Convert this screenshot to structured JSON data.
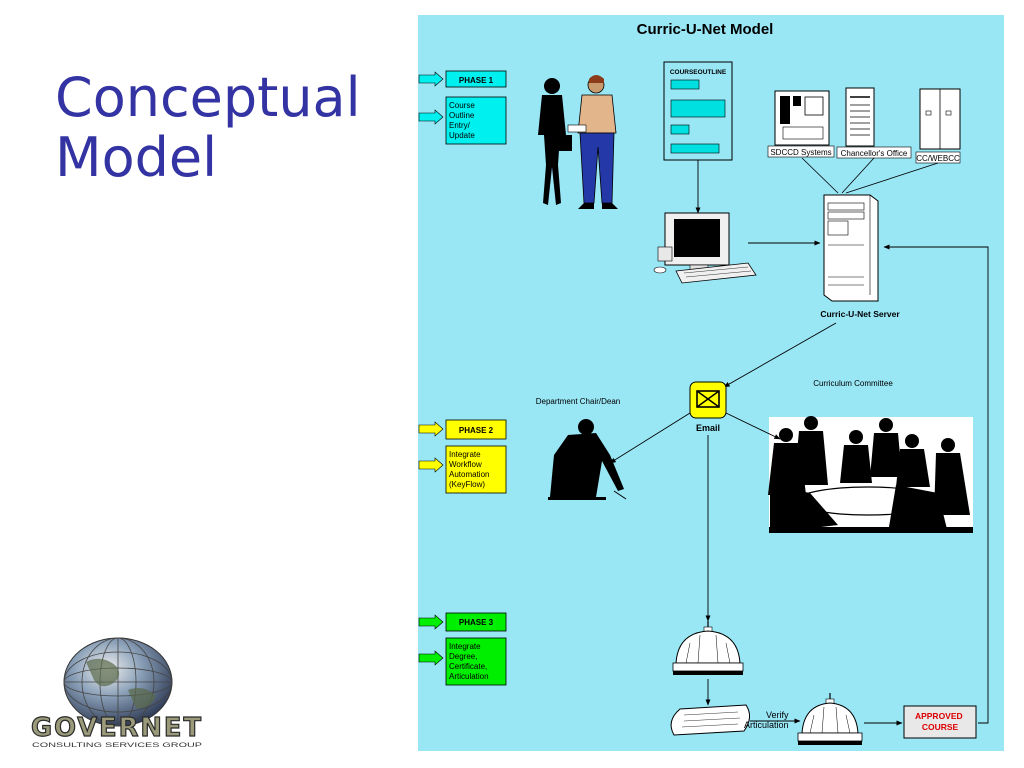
{
  "slide": {
    "title_line1": "Conceptual",
    "title_line2": "Model"
  },
  "logo": {
    "wordmark": "GOVERNET",
    "tagline": "CONSULTING SERVICES GROUP"
  },
  "diagram": {
    "title": "Curric-U-Net Model",
    "phases": [
      {
        "label": "PHASE 1",
        "lines": [
          "Course",
          "Outline",
          "Entry/",
          "Update"
        ],
        "color": "#00f0f0"
      },
      {
        "label": "PHASE 2",
        "lines": [
          "Integrate",
          "Workflow",
          "Automation",
          "(KeyFlow)"
        ],
        "color": "#ffff00"
      },
      {
        "label": "PHASE 3",
        "lines": [
          "Integrate",
          "Degree,",
          "Certificate,",
          "Articulation"
        ],
        "color": "#00ee00"
      }
    ],
    "course_outline": "COURSEOUTLINE",
    "systems": [
      "SDCCD Systems",
      "Chancellor's Office",
      "CC/WEBCC"
    ],
    "server_label": "Curric-U-Net Server",
    "email_label": "Email",
    "dept_chair_label": "Department Chair/Dean",
    "committee_label": "Curriculum Committee",
    "verify_line1": "Verify",
    "verify_line2": "Articulation",
    "approved_line1": "APPROVED",
    "approved_line2": "COURSE",
    "colors": {
      "background": "#99e6f5",
      "title_blue": "#3333a3",
      "approved_fill": "#e8e8e8",
      "approved_text": "#dd0000"
    }
  }
}
